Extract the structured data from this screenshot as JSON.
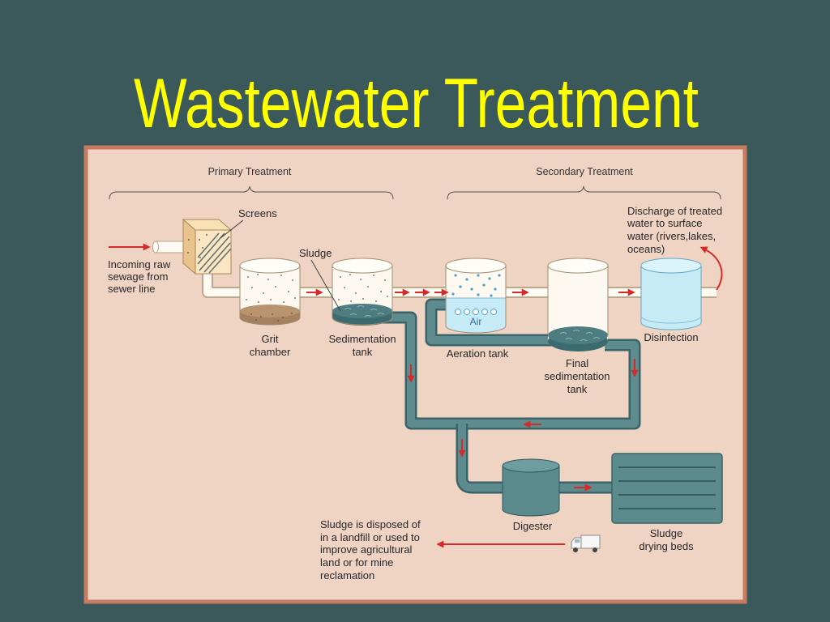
{
  "title": "Wastewater Treatment",
  "colors": {
    "background": "#3b585b",
    "title": "#ffff00",
    "panel": "#efd4c3",
    "panel_border": "#c57a61",
    "flow_arrow": "#d62a2a",
    "sludge_pipe": "#5d8b8e",
    "treated_water": "#c6ebf6"
  },
  "diagram": {
    "sections": {
      "primary": "Primary Treatment",
      "secondary": "Secondary Treatment"
    },
    "inflow": [
      "Incoming raw",
      "sewage from",
      "sewer line"
    ],
    "screens": "Screens",
    "sludge": "Sludge",
    "grit_chamber": [
      "Grit",
      "chamber"
    ],
    "sedimentation_tank": [
      "Sedimentation",
      "tank"
    ],
    "aeration_tank": "Aeration tank",
    "air": "Air",
    "final_sedimentation_tank": [
      "Final",
      "sedimentation",
      "tank"
    ],
    "disinfection": "Disinfection",
    "discharge": [
      "Discharge of treated",
      "water to surface",
      "water (rivers,lakes,",
      "oceans)"
    ],
    "digester": "Digester",
    "drying_beds": [
      "Sludge",
      "drying beds"
    ],
    "disposal": [
      "Sludge is disposed of",
      "in a landfill or used to",
      "improve agricultural",
      "land or for mine",
      "reclamation"
    ]
  }
}
